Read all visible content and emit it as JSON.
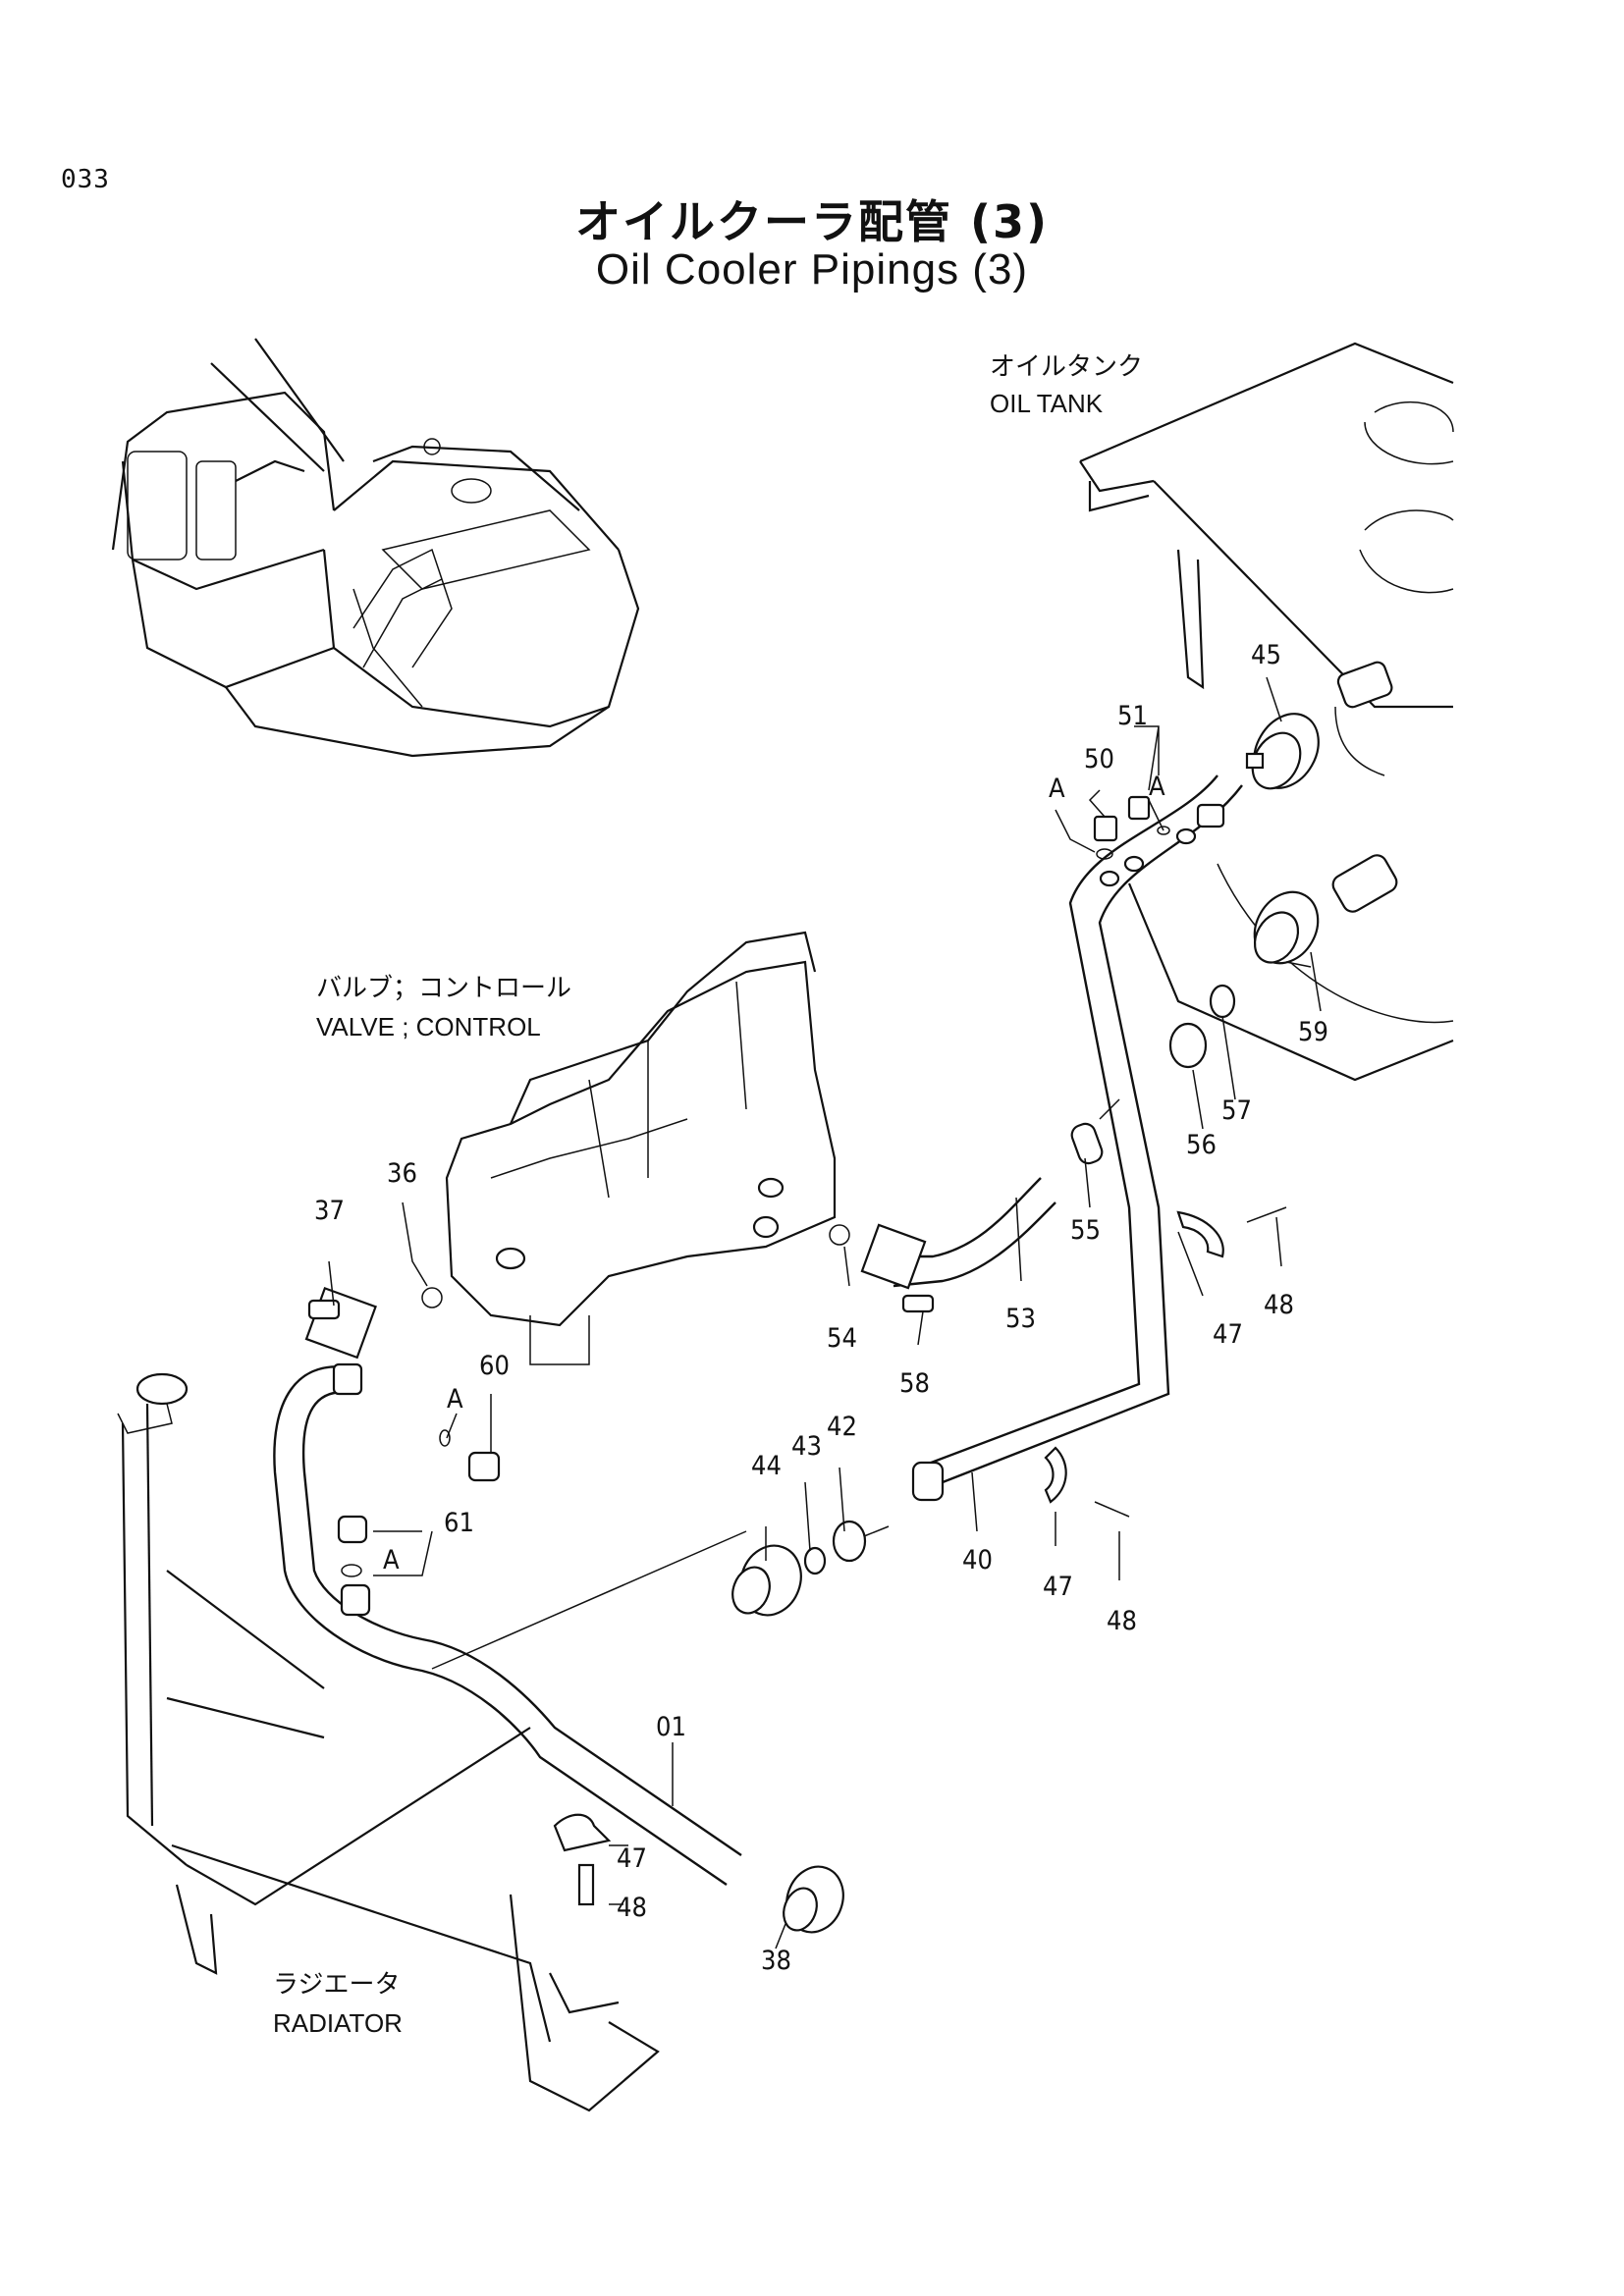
{
  "page_number": "033",
  "title_jp": "オイルクーラ配管 (3)",
  "title_en": "Oil Cooler Pipings (3)",
  "components": {
    "oil_tank_jp": "オイルタンク",
    "oil_tank_en": "OIL  TANK",
    "valve_jp": "バルブ；コントロール",
    "valve_en": "VALVE ; CONTROL",
    "radiator_jp": "ラジエータ",
    "radiator_en": "RADIATOR"
  },
  "callouts": {
    "p45": "45",
    "p51": "51",
    "p50": "50",
    "pA1": "A",
    "pA2": "A",
    "p59": "59",
    "p57": "57",
    "p56": "56",
    "p55": "55",
    "p53": "53",
    "p54": "54",
    "p58": "58",
    "p48a": "48",
    "p47a": "47",
    "p36": "36",
    "p37": "37",
    "p60": "60",
    "pA3": "A",
    "p61": "61",
    "pA4": "A",
    "p44": "44",
    "p43": "43",
    "p42": "42",
    "p40": "40",
    "p47b": "47",
    "p48b": "48",
    "p01": "01",
    "p47c": "47",
    "p48c": "48",
    "p38": "38"
  }
}
